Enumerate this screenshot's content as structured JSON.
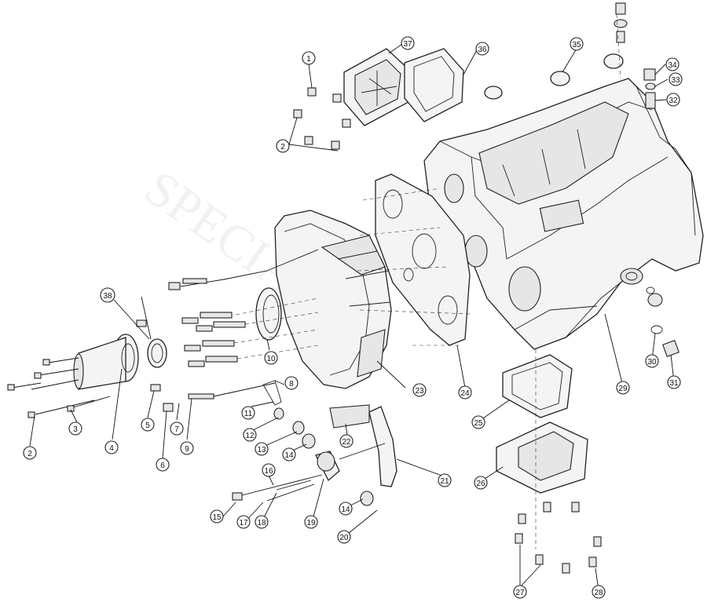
{
  "diagram": {
    "watermark": "SPECIAL",
    "callouts": [
      {
        "label": "1"
      },
      {
        "label": "2"
      },
      {
        "label": "2"
      },
      {
        "label": "3"
      },
      {
        "label": "4"
      },
      {
        "label": "5"
      },
      {
        "label": "6"
      },
      {
        "label": "7"
      },
      {
        "label": "8"
      },
      {
        "label": "9"
      },
      {
        "label": "10"
      },
      {
        "label": "11"
      },
      {
        "label": "12"
      },
      {
        "label": "13"
      },
      {
        "label": "14"
      },
      {
        "label": "14"
      },
      {
        "label": "15"
      },
      {
        "label": "16"
      },
      {
        "label": "17"
      },
      {
        "label": "18"
      },
      {
        "label": "19"
      },
      {
        "label": "20"
      },
      {
        "label": "21"
      },
      {
        "label": "22"
      },
      {
        "label": "23"
      },
      {
        "label": "24"
      },
      {
        "label": "25"
      },
      {
        "label": "26"
      },
      {
        "label": "27"
      },
      {
        "label": "28"
      },
      {
        "label": "29"
      },
      {
        "label": "30"
      },
      {
        "label": "31"
      },
      {
        "label": "32"
      },
      {
        "label": "33"
      },
      {
        "label": "34"
      },
      {
        "label": "35"
      },
      {
        "label": "36"
      },
      {
        "label": "37"
      },
      {
        "label": "38"
      }
    ]
  }
}
